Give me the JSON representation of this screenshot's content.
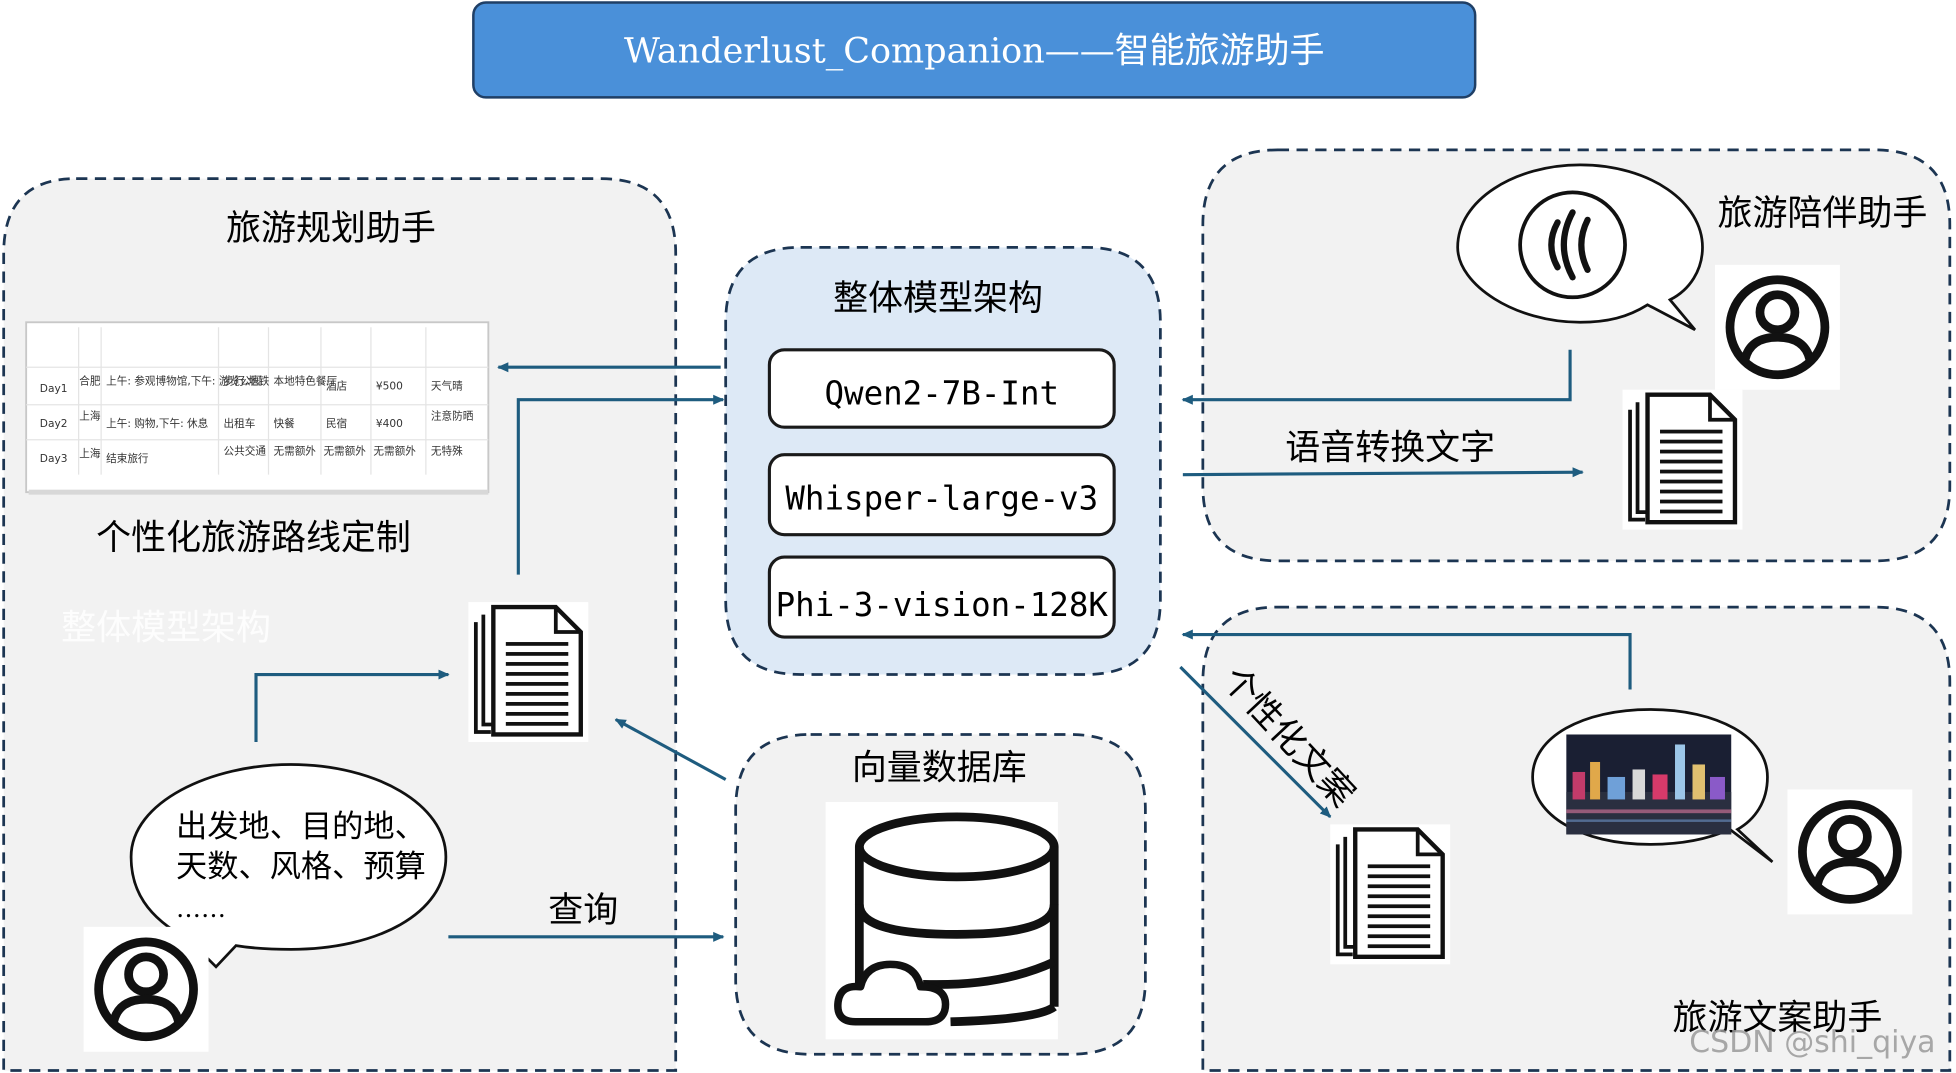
{
  "title": "Wanderlust_Companion——智能旅游助手",
  "planning": {
    "title": "旅游规划助手",
    "table_caption": "个性化旅游路线定制",
    "faded_label": "整体模型架构",
    "speech_line1": "出发地、目的地、",
    "speech_line2": "天数、风格、预算",
    "speech_line3": "……",
    "table_rows": [
      {
        "day": "Day1",
        "city": "合肥",
        "plan": "上午: 参观博物馆,下午: 游览公园",
        "transport": "步行,地铁",
        "food": "本地特色餐厅",
        "hotel": "酒店",
        "cost": "¥500",
        "note": "天气晴"
      },
      {
        "day": "Day2",
        "city": "上海",
        "plan": "上午: 购物,下午: 休息",
        "transport": "出租车",
        "food": "快餐",
        "hotel": "民宿",
        "cost": "¥400",
        "note": "注意防晒"
      },
      {
        "day": "Day3",
        "city": "上海",
        "plan": "结束旅行",
        "transport": "公共交通",
        "food": "无需额外",
        "hotel": "无需额外",
        "cost": "无需额外",
        "note": "无特殊"
      }
    ]
  },
  "core": {
    "title": "整体模型架构",
    "models": [
      "Qwen2-7B-Int",
      "Whisper-large-v3",
      "Phi-3-vision-128K"
    ]
  },
  "vector_db": {
    "title": "向量数据库"
  },
  "query_label": "查询",
  "companion": {
    "title": "旅游陪伴助手",
    "speech_to_text": "语音转换文字"
  },
  "copywriting": {
    "title": "旅游文案助手",
    "personalized": "个性化文案"
  },
  "watermark": "CSDN @shi_qiya",
  "colors": {
    "title_bar": "#4a90d9",
    "title_bar_border": "#1f3f66",
    "panel_bg": "#f2f2f2",
    "core_bg": "#dde9f6",
    "arrow": "#1e5c7f"
  }
}
